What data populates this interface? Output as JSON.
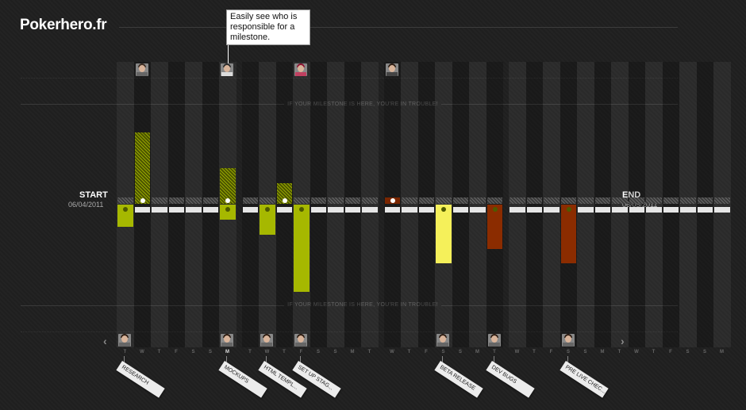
{
  "app": {
    "title": "Pokerhero.fr"
  },
  "tooltip": {
    "text": "Easily see who is responsible for a milestone."
  },
  "warning_text": "IF YOUR MILESTONE IS HERE, YOU'RE IN TROUBLE!",
  "timeline": {
    "start_label": "START",
    "start_date": "06/04/2011",
    "end_label": "END",
    "end_date": "06/05/2011",
    "day_letters": [
      "T",
      "W",
      "T",
      "F",
      "S",
      "S",
      "M",
      "T",
      "W",
      "T",
      "F",
      "S",
      "S",
      "M",
      "T",
      "W",
      "T",
      "F",
      "S",
      "S",
      "M",
      "T",
      "W",
      "T",
      "F",
      "S",
      "S",
      "M",
      "T",
      "W",
      "T",
      "F",
      "S",
      "S",
      "M"
    ],
    "highlighted_day_indices": [
      6
    ],
    "gap_before_day_indices": [
      7,
      15,
      22
    ]
  },
  "milestones": [
    {
      "label": "RESEARCH",
      "day_index": 0,
      "color": "#a6b800"
    },
    {
      "label": "MOCKUPS",
      "day_index": 6,
      "color": "#a6b800"
    },
    {
      "label": "HTML TEMPL...",
      "day_index": 8,
      "color": "#a6b800"
    },
    {
      "label": "SET UP STAG...",
      "day_index": 10,
      "color": "#a6b800"
    },
    {
      "label": "BETA RELEASE",
      "day_index": 18,
      "color": "#f5f05a"
    },
    {
      "label": "DEV BUGS",
      "day_index": 21,
      "color": "#8b2c00"
    },
    {
      "label": "PRE LIVE CHEC...",
      "day_index": 25,
      "color": "#8b2c00"
    }
  ],
  "icons": {
    "prev": "chevron-left-icon",
    "next": "chevron-right-icon"
  },
  "colors": {
    "background": "#222222",
    "accent_green": "#a6b800",
    "accent_yellow": "#f5f05a",
    "accent_brown": "#8b2c00"
  }
}
